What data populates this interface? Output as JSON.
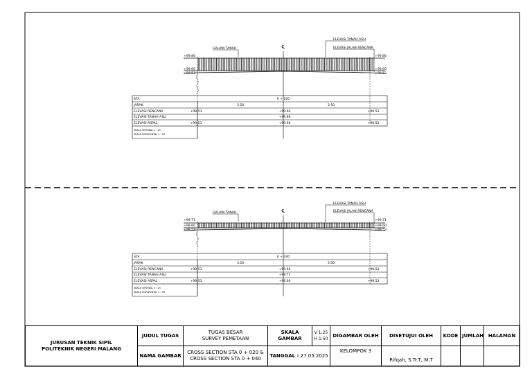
{
  "sections": [
    {
      "sta_value": "0 + 020",
      "labels": {
        "elev_top_left": "+99.86",
        "elev_top_right": "+99.86",
        "elev_mid_left": "+99.60",
        "elev_mid_right": "+99.60",
        "elev_bot_left": "+99.53",
        "elev_bot_right": "+99.53",
        "galian": "GALIAN TANAH",
        "tanah_asli": "ELEVASI TANAH ASLI",
        "jalan_rencana": "ELEVASI JALAN RENCANA",
        "centerline": "℄"
      },
      "rows": [
        {
          "label": "STA",
          "left": "",
          "center": "0 + 020",
          "right": ""
        },
        {
          "label": "JARAK",
          "left_span": "3.50",
          "right_span": "3.50"
        },
        {
          "label": "ELEVASI RENCANA",
          "left": "+99.53",
          "center": "+99.60",
          "right": "+99.53"
        },
        {
          "label": "ELEVASI TANAH ASLI",
          "left": "",
          "center": "+99.86",
          "right": ""
        },
        {
          "label": "ELEVASI ASPAL",
          "left": "+99.53",
          "center": "+99.60",
          "right": "+99.53"
        }
      ],
      "scale_v": "SKALA VERTIKAL 1 : 25",
      "scale_h": "SKALA HORIZONTAL 1 : 50"
    },
    {
      "sta_value": "0 + 040",
      "labels": {
        "elev_top_left": "+99.71",
        "elev_top_right": "+99.71",
        "elev_mid_left": "+99.60",
        "elev_mid_right": "+99.60",
        "elev_bot_left": "+99.53",
        "elev_bot_right": "+99.53",
        "galian": "GALIAN TANAH",
        "tanah_asli": "ELEVASI TANAH ASLI",
        "jalan_rencana": "ELEVASI JALAN RENCANA",
        "centerline": "℄"
      },
      "rows": [
        {
          "label": "STA",
          "left": "",
          "center": "0 + 040",
          "right": ""
        },
        {
          "label": "JARAK",
          "left_span": "3.50",
          "right_span": "3.50"
        },
        {
          "label": "ELEVASI RENCANA",
          "left": "+99.53",
          "center": "+99.60",
          "right": "+99.53"
        },
        {
          "label": "ELEVASI TANAH ASLI",
          "left": "",
          "center": "+99.71",
          "right": ""
        },
        {
          "label": "ELEVASI ASPAL",
          "left": "+99.53",
          "center": "+99.60",
          "right": "+99.53"
        }
      ],
      "scale_v": "SKALA VERTIKAL 1 : 25",
      "scale_h": "SKALA HORIZONTAL 1 : 50"
    }
  ],
  "title_block": {
    "institution_line1": "JURUSAN TEKNIK SIPIL",
    "institution_line2": "POLITEKNIK NEGERI MALANG",
    "judul_label": "JUDUL TUGAS",
    "judul_line1": "TUGAS BESAR",
    "judul_line2": "SURVEY PEMETAAN",
    "nama_gambar_label": "NAMA GAMBAR",
    "nama_gambar_line1": "CROSS SECTION STA 0 + 020 &",
    "nama_gambar_line2": "CROSS SECTION STA 0 + 040",
    "skala_label": "SKALA GAMBAR",
    "skala_v": "V 1:25",
    "skala_h": "H 1:50",
    "tanggal_label": "TANGGAL :",
    "tanggal_value": "27.05.2025",
    "digambar_label": "DIGAMBAR OLEH",
    "digambar_value": "KELOMPOK 3",
    "disetujui_label": "DISETUJUI OLEH",
    "disetujui_value": "Rifqah, S.Tr.T, M.T",
    "kode_label": "KODE",
    "jumlah_label": "JUMLAH",
    "halaman_label": "HALAMAN"
  }
}
